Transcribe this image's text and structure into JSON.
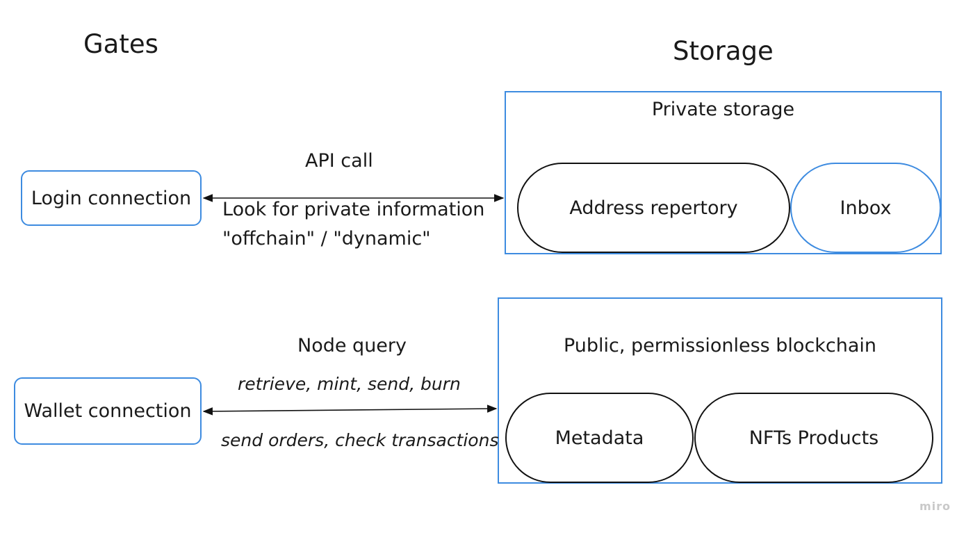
{
  "headings": {
    "gates": "Gates",
    "storage": "Storage"
  },
  "gates": {
    "login": "Login connection",
    "wallet": "Wallet connection"
  },
  "private": {
    "title": "Private storage",
    "items": [
      "Address repertory",
      "Inbox"
    ]
  },
  "public": {
    "title": "Public, permissionless blockchain",
    "items": [
      "Metadata",
      "NFTs Products"
    ]
  },
  "connections": {
    "top": {
      "label": "API call",
      "desc_line1": "Look for private information",
      "desc_line2": "\"offchain\" / \"dynamic\""
    },
    "bottom": {
      "label": "Node query",
      "desc_line1": "retrieve, mint, send, burn",
      "desc_line2": "send orders, check transactions"
    }
  },
  "watermark": "miro",
  "colors": {
    "frame_blue": "#3d8be0",
    "pill_border": "#111111"
  }
}
